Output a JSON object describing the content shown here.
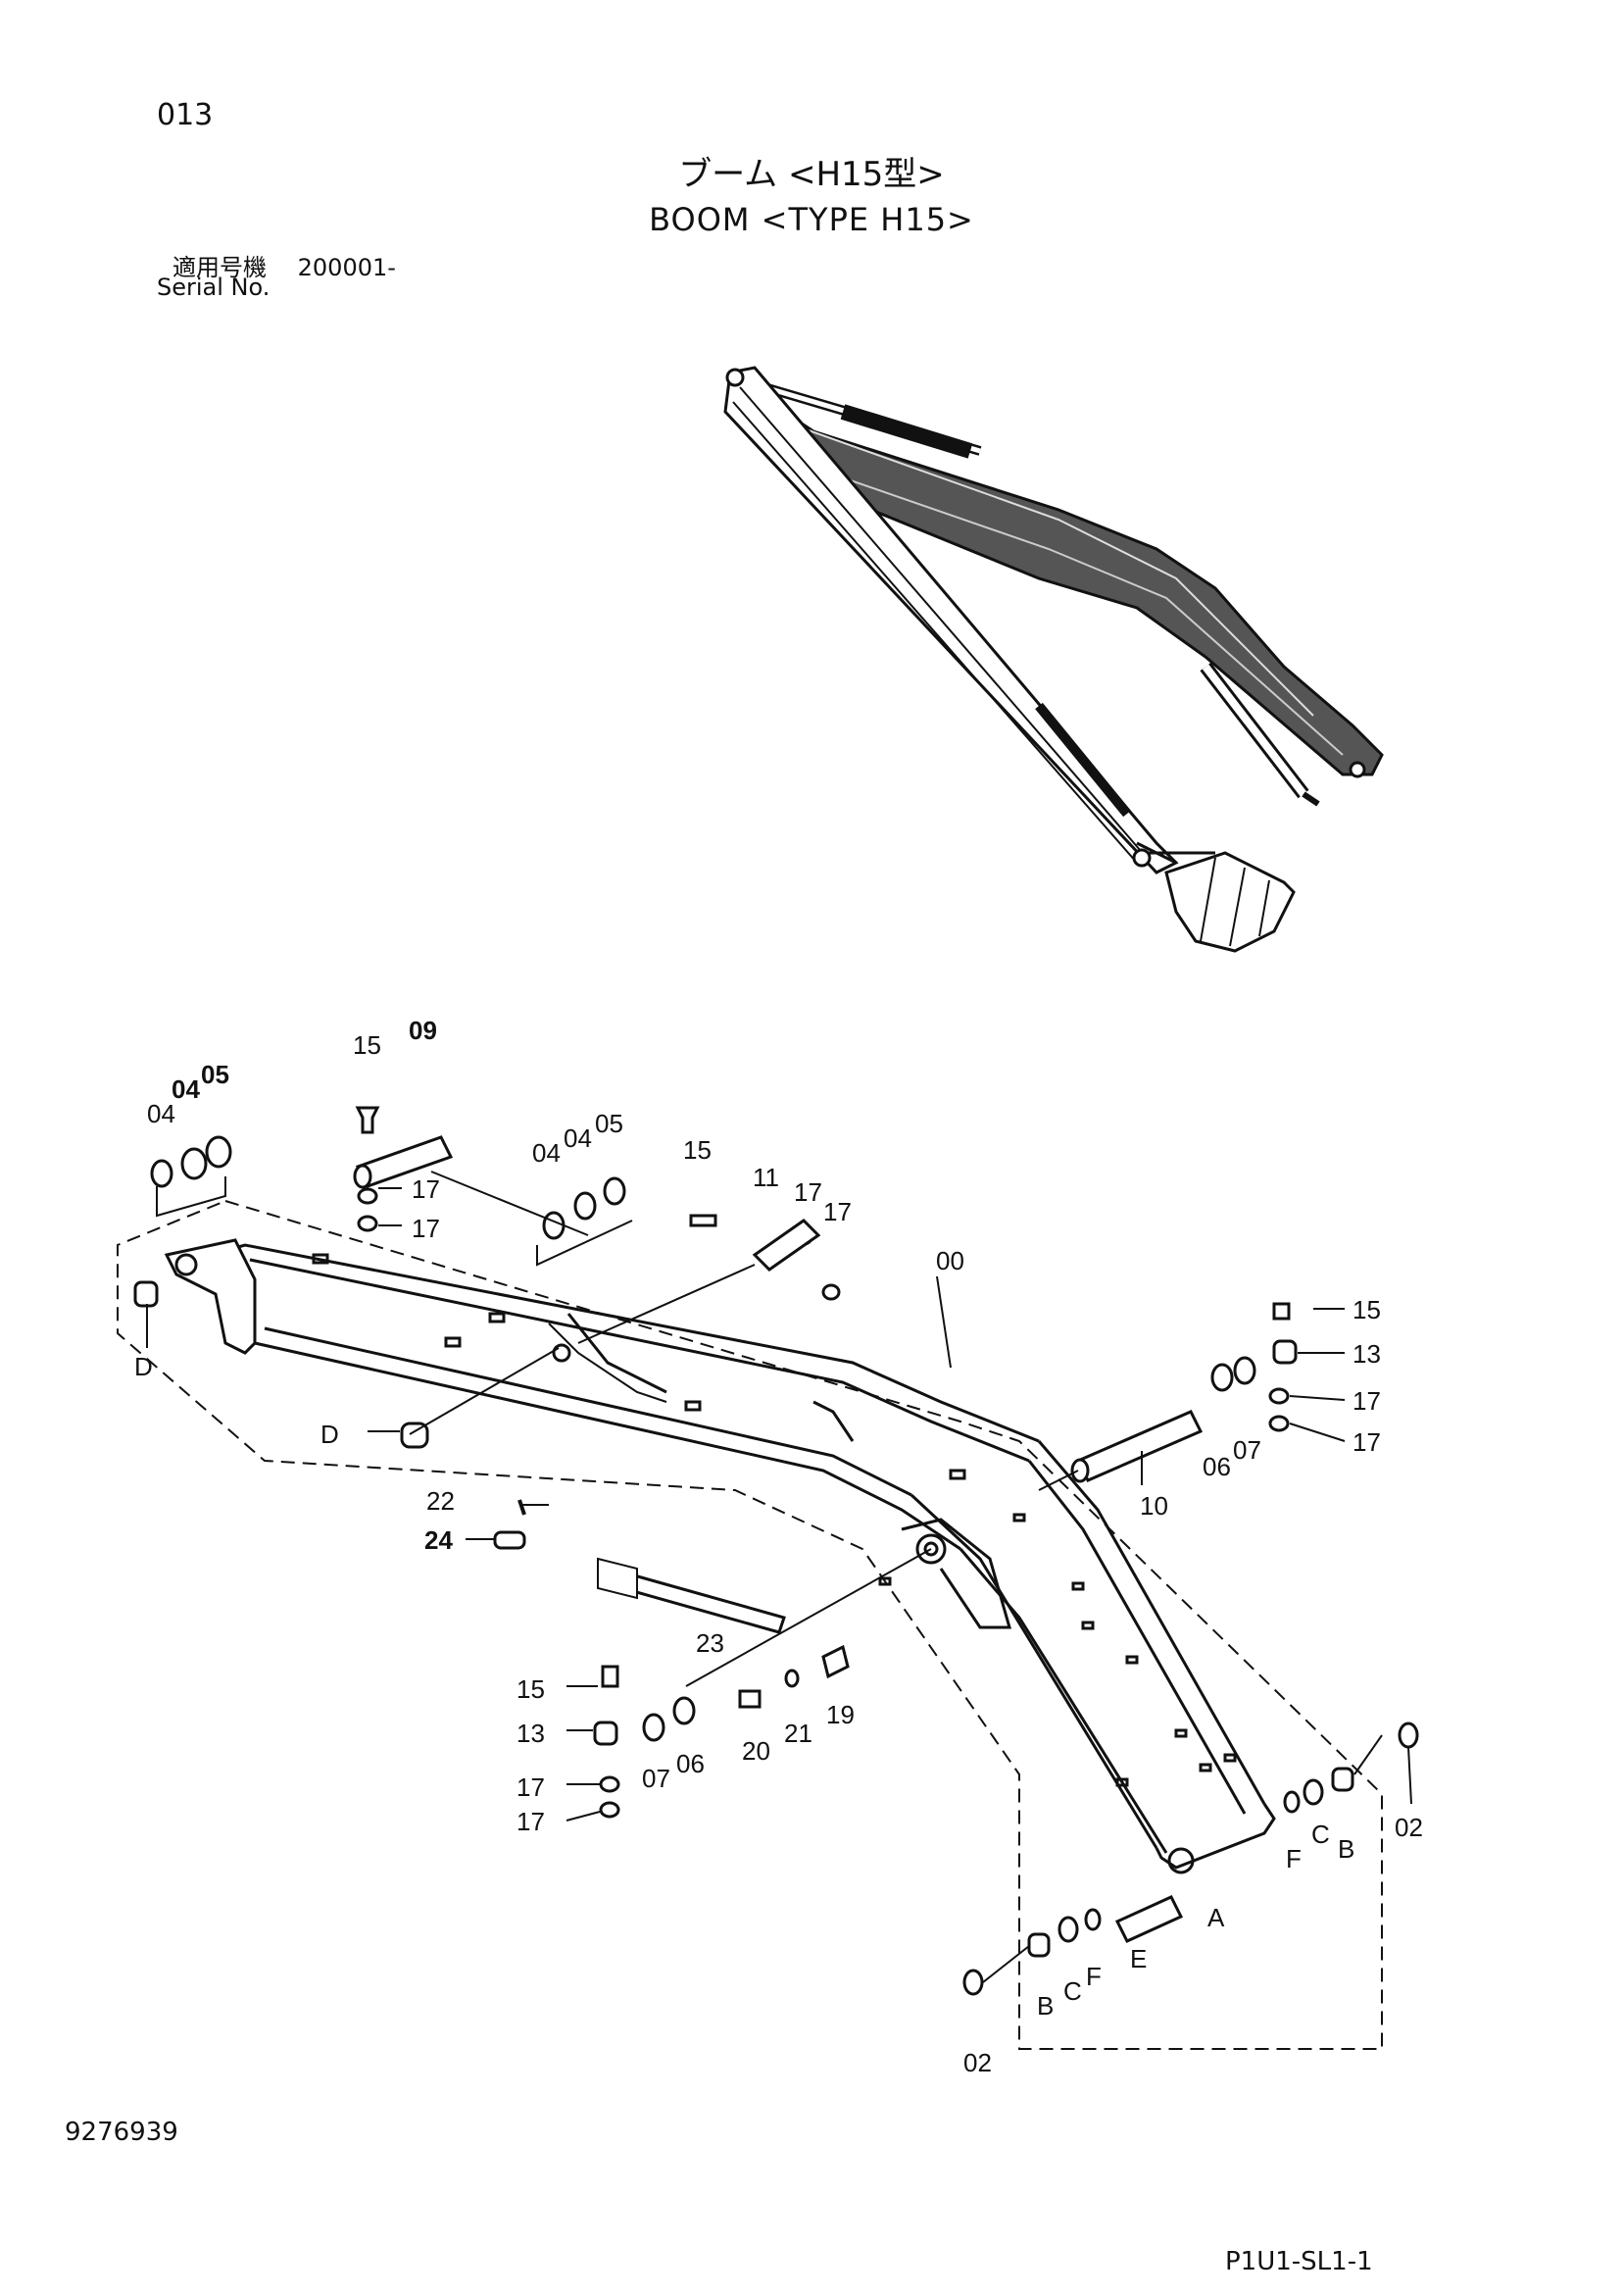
{
  "header": {
    "page_number": "013",
    "title_ja": "ブーム <H15型>",
    "title_en": "BOOM <TYPE H15>",
    "serial_label_ja": "適用号機",
    "serial_value": "200001-",
    "serial_label_en": "Serial No."
  },
  "footer": {
    "doc_code": "9276939",
    "page_ref": "P1U1-SL1-1"
  },
  "callouts": {
    "c00": "00",
    "c02a": "02",
    "c02b": "02",
    "c04a": "04",
    "c04b": "04",
    "c04c": "04",
    "c04d": "04",
    "c05a": "05",
    "c05b": "05",
    "c06a": "06",
    "c06b": "06",
    "c07a": "07",
    "c07b": "07",
    "c09": "09",
    "c10": "10",
    "c11": "11",
    "c13a": "13",
    "c13b": "13",
    "c15a": "15",
    "c15b": "15",
    "c15c": "15",
    "c15d": "15",
    "c17a": "17",
    "c17b": "17",
    "c17c": "17",
    "c17d": "17",
    "c17e": "17",
    "c17f": "17",
    "c17g": "17",
    "c17h": "17",
    "c19": "19",
    "c20": "20",
    "c21": "21",
    "c22": "22",
    "c23": "23",
    "c24": "24",
    "cA": "A",
    "cB1": "B",
    "cB2": "B",
    "cC1": "C",
    "cC2": "C",
    "cD1": "D",
    "cD2": "D",
    "cE": "E",
    "cF1": "F",
    "cF2": "F"
  }
}
